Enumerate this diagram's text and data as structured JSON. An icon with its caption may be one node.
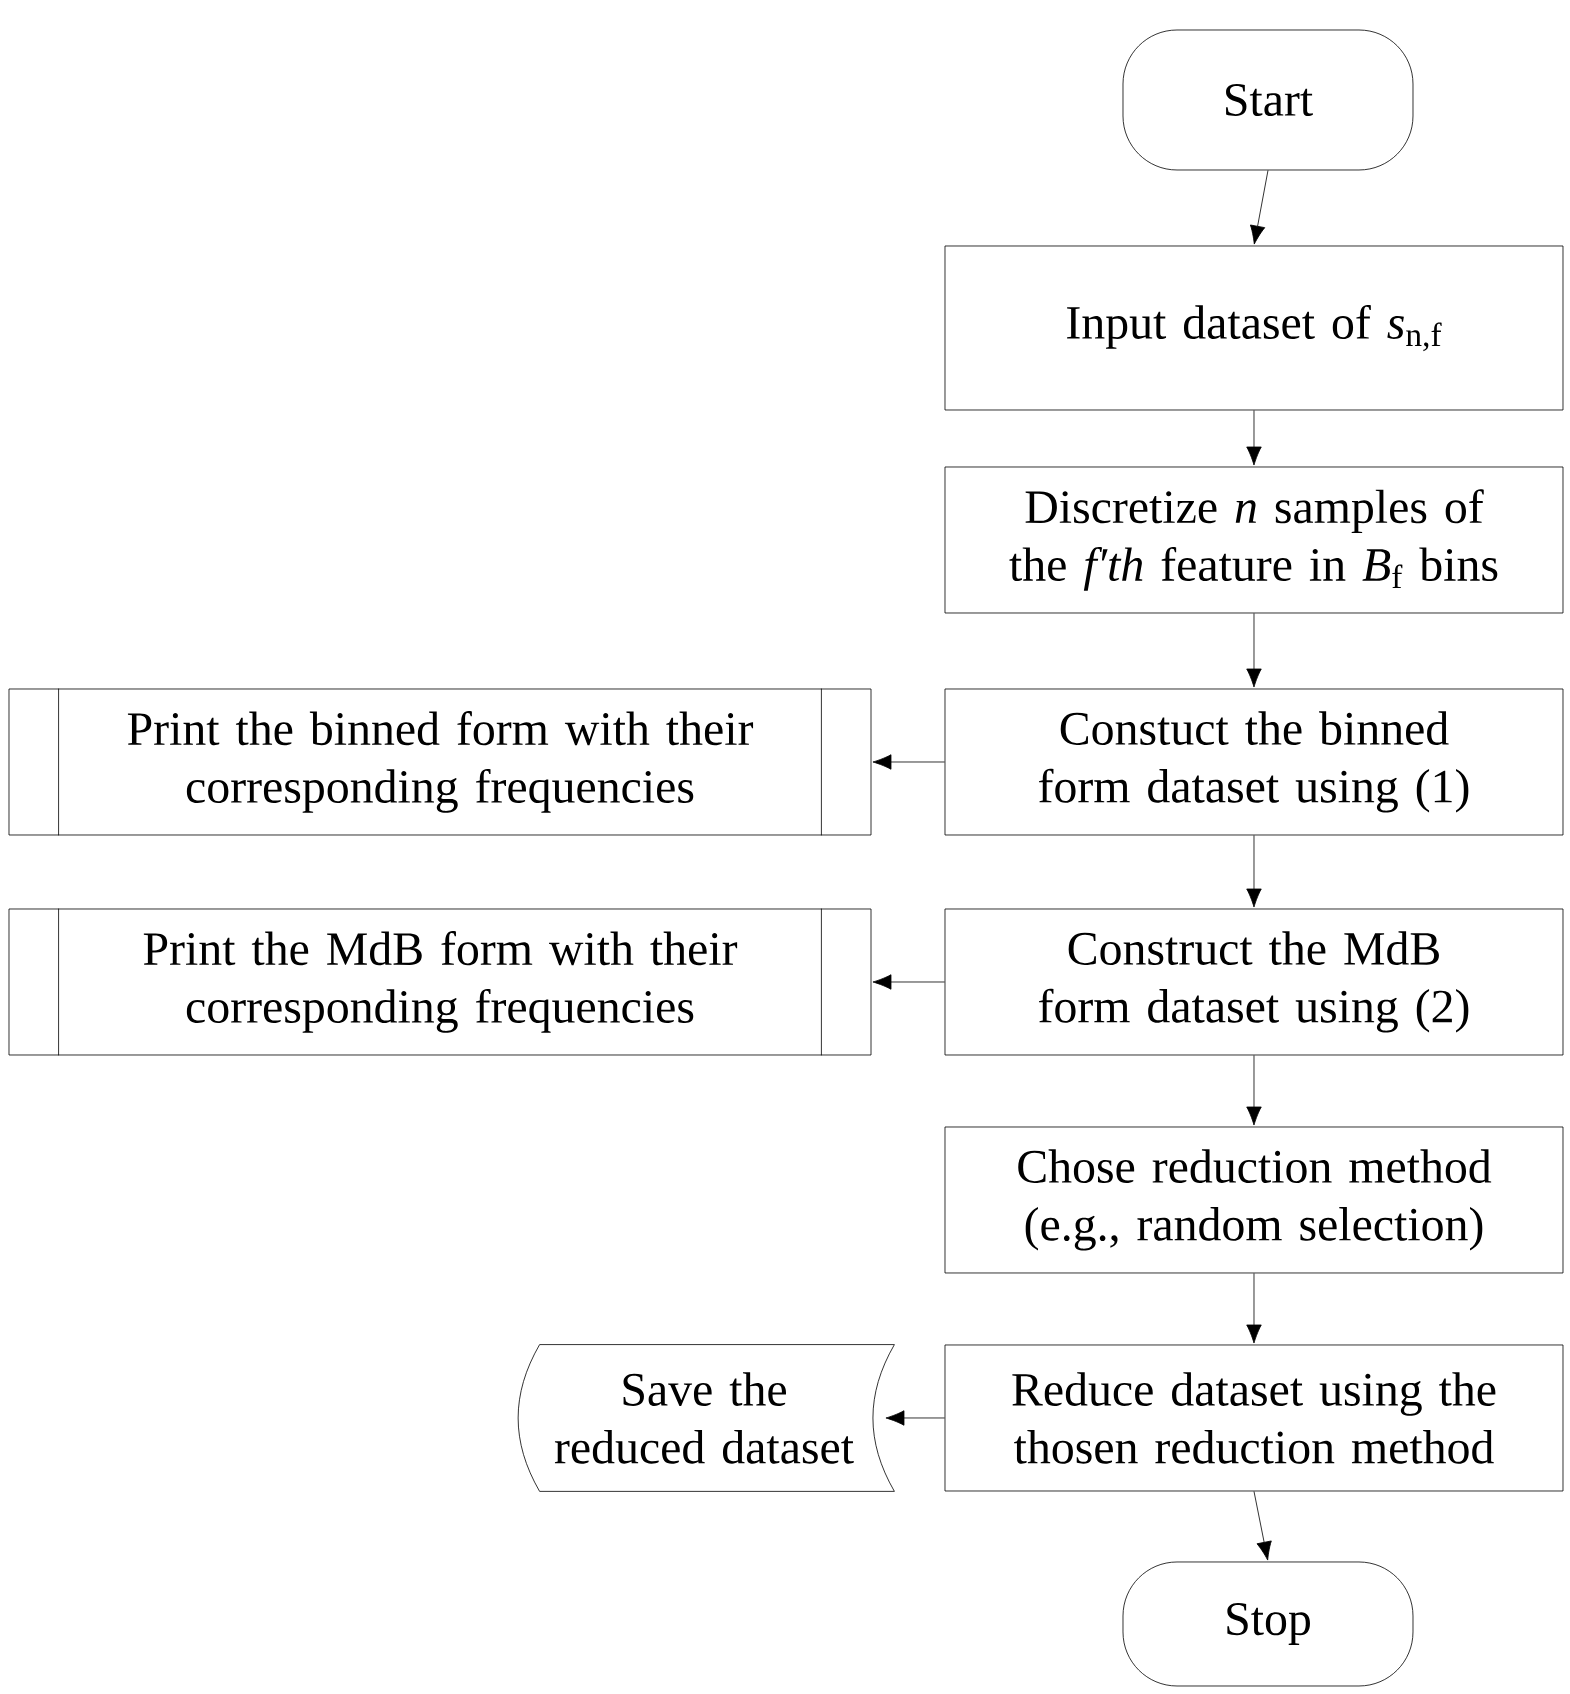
{
  "diagram": {
    "nodes": [
      {
        "text": [
          "Start"
        ]
      },
      {
        "text": [
          "Input dataset of *s*$_{n,f}$"
        ]
      },
      {
        "text": [
          "Discretize *n* samples of the *f′th* feature in *B*$_{f}$ bins"
        ]
      },
      {
        "text": [
          "Constuct the binned form dataset using (1)"
        ]
      },
      {
        "text": [
          "Print the binned form with their corresponding frequencies"
        ]
      },
      {
        "text": [
          "Construct the MdB form dataset using (2)"
        ]
      },
      {
        "text": [
          "Print the MdB form with their corresponding frequencies"
        ]
      },
      {
        "text": [
          "Chose reduction method (e.g., random selection)"
        ]
      },
      {
        "text": [
          "Reduce dataset using the thosen reduction method"
        ]
      },
      {
        "text": [
          "Save the reduced dataset"
        ]
      },
      {
        "text": [
          "Stop"
        ]
      }
    ],
    "edges": [
      {
        "from": 0,
        "to": 1,
        "arrow": "to"
      },
      {
        "from": 1,
        "to": 2,
        "arrow": "to"
      },
      {
        "from": 2,
        "to": 3,
        "arrow": "to"
      },
      {
        "from": 3,
        "to": 4,
        "arrow": "to"
      },
      {
        "from": 3,
        "to": 5,
        "arrow": "to"
      },
      {
        "from": 5,
        "to": 6,
        "arrow": "to"
      },
      {
        "from": 5,
        "to": 7,
        "arrow": "to"
      },
      {
        "from": 7,
        "to": 8,
        "arrow": "to"
      },
      {
        "from": 8,
        "to": 9,
        "arrow": "to"
      },
      {
        "from": 8,
        "to": 10,
        "arrow": "to"
      }
    ]
  }
}
